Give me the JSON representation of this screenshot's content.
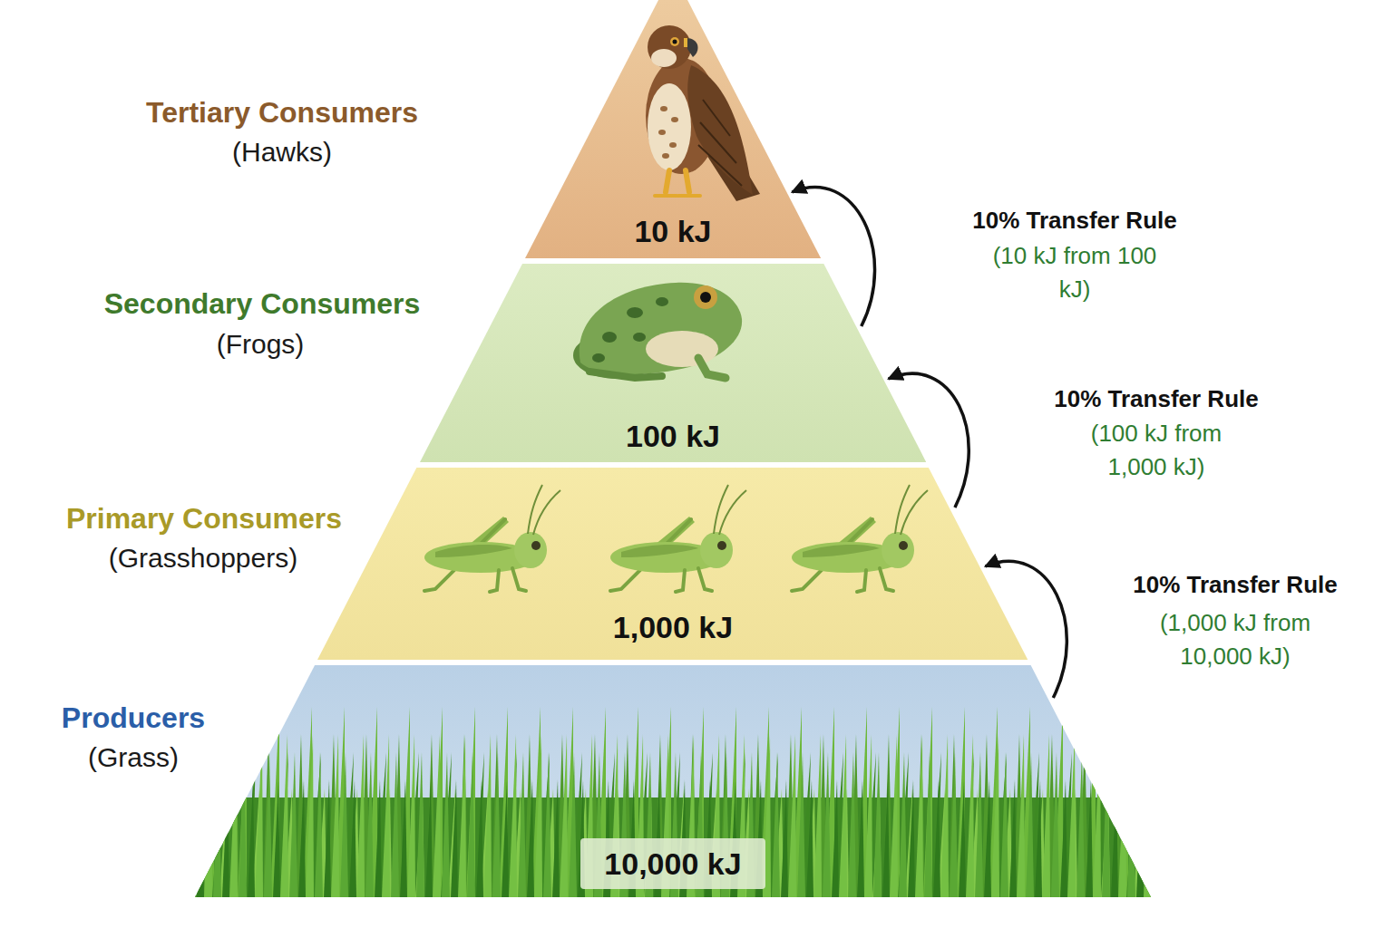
{
  "diagram": {
    "nodes": [
      {
        "text": [
          "Tertiary Consumers",
          "(Hawks)",
          "10 kJ"
        ]
      },
      {
        "text": [
          "Secondary Consumers",
          "(Frogs)",
          "100 kJ"
        ]
      },
      {
        "text": [
          "Primary Consumers",
          "(Grasshoppers)",
          "1,000 kJ"
        ]
      },
      {
        "text": [
          "Producers",
          "(Grass)",
          "10,000 kJ"
        ]
      }
    ],
    "edges": [
      {
        "from": 1,
        "to": 0,
        "arrow": "to",
        "label": "10% Transfer Rule"
      },
      {
        "from": 2,
        "to": 1,
        "arrow": "to",
        "label": "10% Transfer Rule"
      },
      {
        "from": 3,
        "to": 2,
        "arrow": "to",
        "label": "10% Transfer Rule"
      }
    ],
    "labels": [
      "(10 kJ from 100 kJ)",
      "(100 kJ from 1,000 kJ)",
      "(1,000 kJ from 10,000 kJ)"
    ]
  }
}
